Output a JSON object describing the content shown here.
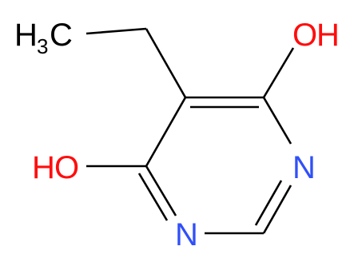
{
  "molecule": {
    "colors": {
      "carbon_label": "#000000",
      "nitrogen": "#3050F8",
      "oxygen": "#FF0D0D",
      "bond": "#000000"
    },
    "labels": {
      "methyl_h": "H",
      "methyl_sub": "3",
      "methyl_c": "C",
      "oh_top_o": "O",
      "oh_top_h": "H",
      "oh_left_h": "H",
      "oh_left_o": "O",
      "n_right": "N",
      "n_bottom": "N"
    }
  }
}
